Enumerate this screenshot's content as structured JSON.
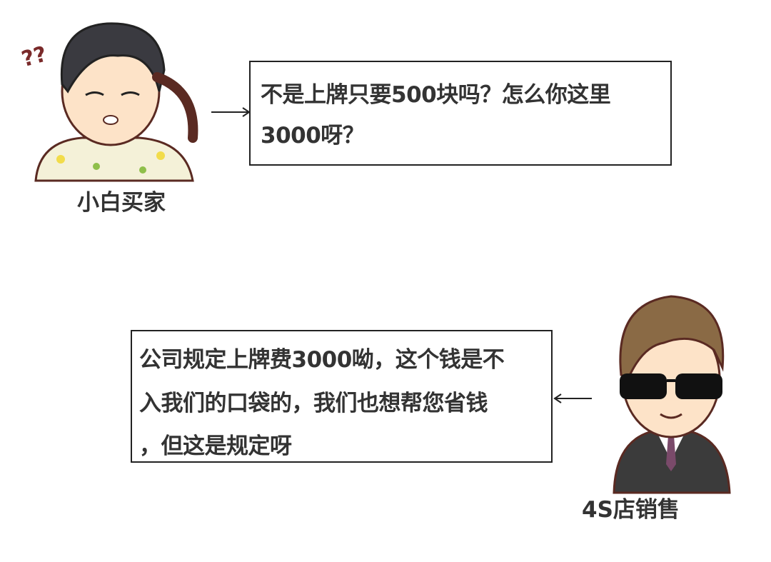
{
  "buyer": {
    "name": "小白买家",
    "speech_lines": [
      "不是上牌只要500块吗？怎么你这里",
      "3000呀？"
    ],
    "question_marks": "??"
  },
  "seller": {
    "name": "4S店销售",
    "speech_lines": [
      "公司规定上牌费3000呦，这个钱是不",
      "入我们的口袋的，我们也想帮您省钱",
      "，但这是规定呀"
    ]
  },
  "colors": {
    "text": "#333333",
    "border": "#222222",
    "outline": "#5a2a22",
    "skin": "#fde3c8",
    "hair_buyer": "#3a3a40",
    "hair_seller": "#8a6a45",
    "shirt": "#f4f1d8",
    "suit": "#3b3b3b"
  }
}
